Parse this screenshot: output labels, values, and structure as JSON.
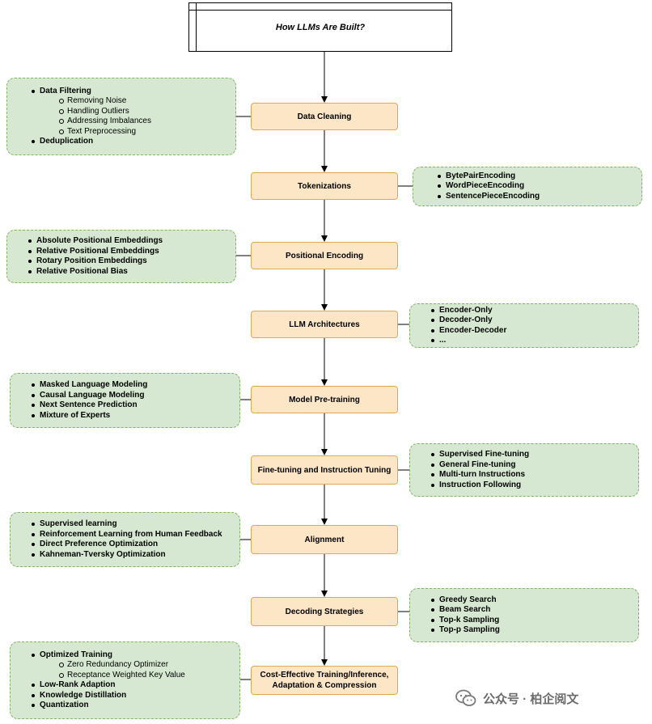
{
  "title": "How LLMs Are Built?",
  "stages": [
    "Data Cleaning",
    "Tokenizations",
    "Positional Encoding",
    "LLM Architectures",
    "Model Pre-training",
    "Fine-tuning and Instruction Tuning",
    "Alignment",
    "Decoding Strategies",
    "Cost-Effective Training/Inference,",
    "Adaptation & Compression"
  ],
  "notes": {
    "data_cleaning": [
      "Data Filtering",
      "Removing Noise",
      "Handling Outliers",
      "Addressing Imbalances",
      "Text Preprocessing",
      "Deduplication"
    ],
    "tokenizations": [
      "BytePairEncoding",
      "WordPieceEncoding",
      "SentencePieceEncoding"
    ],
    "positional_encoding": [
      "Absolute Positional Embeddings",
      "Relative Positional Embeddings",
      "Rotary Position Embeddings",
      "Relative Positional Bias"
    ],
    "llm_architectures": [
      "Encoder-Only",
      "Decoder-Only",
      "Encoder-Decoder",
      "..."
    ],
    "pretraining": [
      "Masked Language Modeling",
      "Causal Language Modeling",
      "Next Sentence Prediction",
      "Mixture of Experts"
    ],
    "fine_tuning": [
      "Supervised Fine-tuning",
      "General Fine-tuning",
      "Multi-turn Instructions",
      "Instruction Following"
    ],
    "alignment": [
      "Supervised learning",
      "Reinforcement Learning from Human Feedback",
      "Direct Preference Optimization",
      "Kahneman-Tversky Optimization"
    ],
    "decoding": [
      "Greedy Search",
      "Beam Search",
      "Top-k Sampling",
      "Top-p Sampling"
    ],
    "cost_effective": [
      "Optimized Training",
      "Zero Redundancy Optimizer",
      "Receptance Weighted Key Value",
      "Low-Rank Adaption",
      "Knowledge Distillation",
      "Quantization"
    ]
  },
  "watermark": "公众号 · 柏企阅文",
  "colors": {
    "stage_fill": "#fde6c6",
    "stage_border": "#e3a651",
    "note_fill": "#d6e8d1",
    "note_border": "#82b366"
  }
}
